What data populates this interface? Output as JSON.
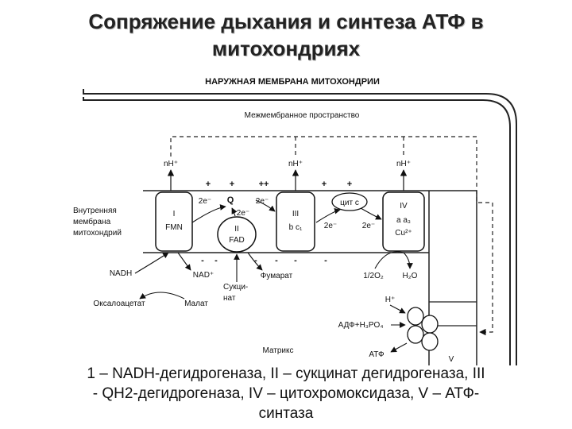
{
  "title": {
    "line1": "Сопряжение дыхания и синтеза АТФ в",
    "line2": "митохондриях"
  },
  "diagram": {
    "outer_membrane": "НАРУЖНАЯ МЕМБРАНА МИТОХОНДРИИ",
    "intermembrane_space": "Межмембранное пространство",
    "inner_membrane": [
      "Внутренняя",
      "мембрана",
      "митохондрий"
    ],
    "matrix": "Матрикс",
    "proton_labels": [
      "nH⁺",
      "nH⁺",
      "nH⁺"
    ],
    "plus_signs": [
      "+",
      "+",
      "++",
      "+",
      "+"
    ],
    "minus_signs": [
      "-",
      "-",
      "-",
      "-",
      "-",
      "-"
    ],
    "electrons": [
      "2e⁻",
      "2e⁻",
      "2e⁻",
      "2e⁻",
      "2e⁻"
    ],
    "q": "Q",
    "cyt_c": "цит с",
    "complex_i": [
      "I",
      "FMN"
    ],
    "complex_ii": [
      "II",
      "FAD"
    ],
    "complex_iii": [
      "III",
      "b c₁"
    ],
    "complex_iv": [
      "IV",
      "a a₃",
      "Cu²⁺"
    ],
    "complex_v": "V",
    "nadh": "NADH",
    "nad": "NAD⁺",
    "succinate": [
      "Сукци-",
      "нат"
    ],
    "fumarate": "Фумарат",
    "oxygen": "1/2O₂",
    "water": "H₂O",
    "oxaloacetate": "Оксалоацетат",
    "malate": "Малат",
    "h_plus": "H⁺",
    "adp": "АДФ+H₃PO₄",
    "atp": "АТФ"
  },
  "caption": {
    "line1": "1 – NADH-дегидрогеназа, II – сукцинат дегидрогеназа, III",
    "line2": "- QH2-дегидрогеназа, IV – цитохромоксидаза,  V – АТФ-",
    "line3": "синтаза"
  }
}
